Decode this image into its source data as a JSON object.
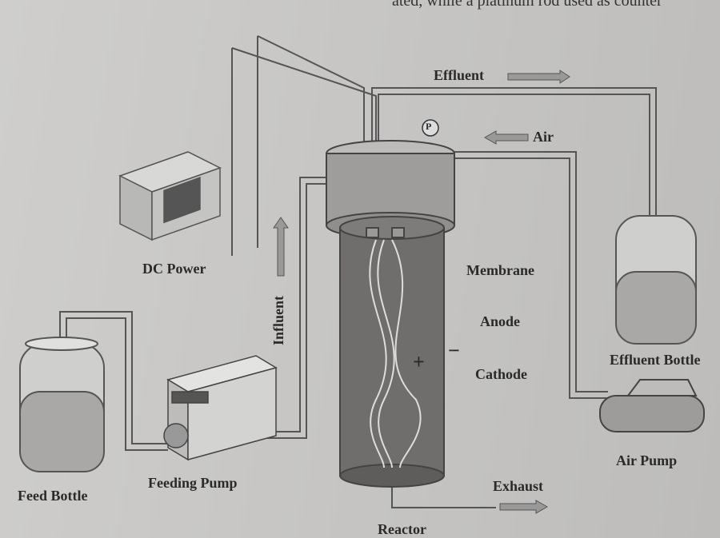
{
  "header_fragment": "ated, while a platinum rod used as counter",
  "labels": {
    "effluent": "Effluent",
    "air": "Air",
    "pressure": "P",
    "dc_power": "DC Power",
    "influent": "Influent",
    "membrane": "Membrane",
    "anode": "Anode",
    "cathode": "Cathode",
    "effluent_bottle": "Effluent Bottle",
    "air_pump": "Air Pump",
    "feed_bottle": "Feed Bottle",
    "feeding_pump": "Feeding Pump",
    "exhaust": "Exhaust",
    "reactor": "Reactor",
    "plus": "+",
    "minus": "−"
  }
}
